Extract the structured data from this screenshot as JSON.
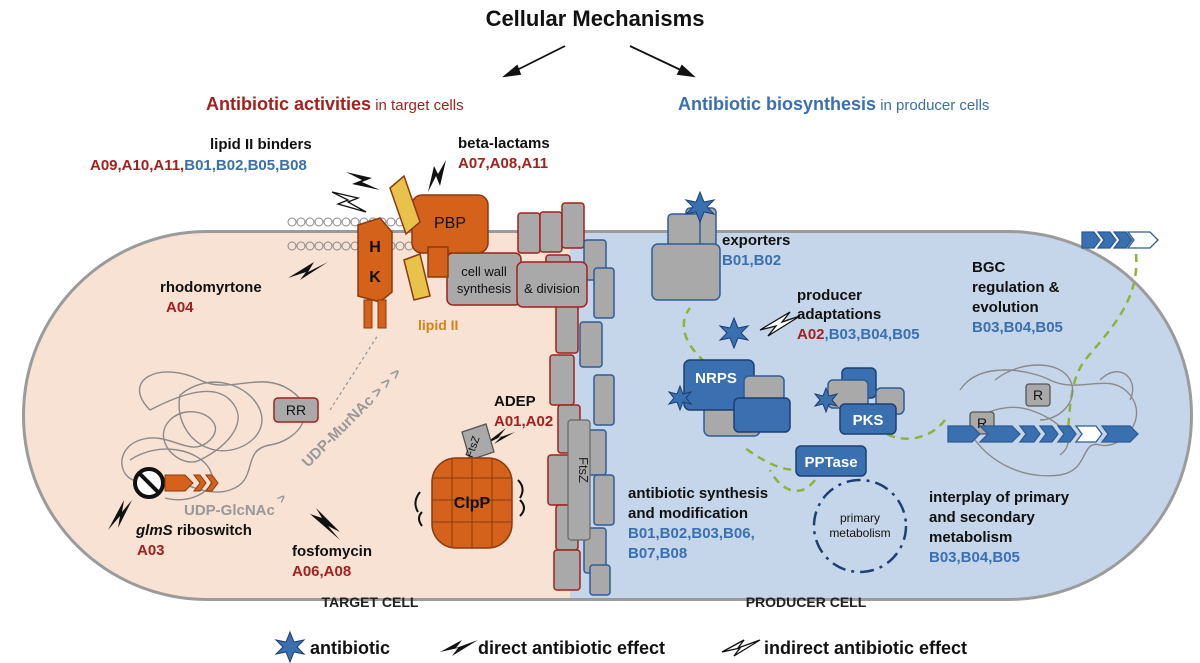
{
  "title": "Cellular Mechanisms",
  "left_heading": {
    "bold": "Antibiotic activities",
    "rest": " in target cells"
  },
  "right_heading": {
    "bold": "Antibiotic biosynthesis",
    "rest": " in producer cells"
  },
  "lipid2_binders": {
    "label": "lipid II binders",
    "codes_red": "A09,A10,A11,",
    "codes_blue": "B01,B02,B05,B08"
  },
  "beta_lactams": {
    "label": "beta-lactams",
    "codes": "A07,A08,A11"
  },
  "rhodomyrtone": {
    "label": "rhodomyrtone",
    "codes": "A04"
  },
  "hk": {
    "h": "H",
    "k": "K"
  },
  "pbp": "PBP",
  "cell_wall": {
    "line1": "cell wall",
    "line2": "synthesis",
    "division": "& division"
  },
  "lipid2": "lipid II",
  "rr": "RR",
  "udp_murnac": "UDP-MurNAc > > >",
  "udp_glcnac": "UDP-GlcNAc",
  "glms": {
    "italic": "glmS",
    "rest": " riboswitch",
    "codes": "A03"
  },
  "fosfomycin": {
    "label": "fosfomycin",
    "codes": "A06,A08"
  },
  "adep": {
    "label": "ADEP",
    "codes": "A01,A02"
  },
  "ftsz": "FtsZ",
  "clpp": "ClpP",
  "exporters": {
    "label": "exporters",
    "codes": "B01,B02"
  },
  "producer_adaptations": {
    "line1": "producer",
    "line2": "adaptations",
    "code_red": "A02",
    "codes_blue": ",B03,B04,B05"
  },
  "bgc": {
    "line1": "BGC",
    "line2": "regulation &",
    "line3": "evolution",
    "codes": "B03,B04,B05"
  },
  "nrps": "NRPS",
  "pks": "PKS",
  "pptase": "PPTase",
  "r_label": "R",
  "antibiotic_synthesis": {
    "line1": "antibiotic synthesis",
    "line2": "and modification",
    "codes1": "B01,B02,B03,B06,",
    "codes2": "B07,B08"
  },
  "primary_metabolism": {
    "line1": "primary",
    "line2": "metabolism"
  },
  "interplay": {
    "line1": "interplay of primary",
    "line2": "and secondary",
    "line3": "metabolism",
    "codes": "B03,B04,B05"
  },
  "target_cell": "TARGET CELL",
  "producer_cell": "PRODUCER CELL",
  "legend": {
    "antibiotic": "antibiotic",
    "direct": "direct antibiotic effect",
    "indirect": "indirect antibiotic effect"
  },
  "colors": {
    "red": "#a3201d",
    "blue": "#3a6fb0",
    "orange": "#d4621a",
    "target_bg": "#f8e2d4",
    "producer_bg": "#c5d6ea",
    "membrane": "#9b9b9b"
  }
}
